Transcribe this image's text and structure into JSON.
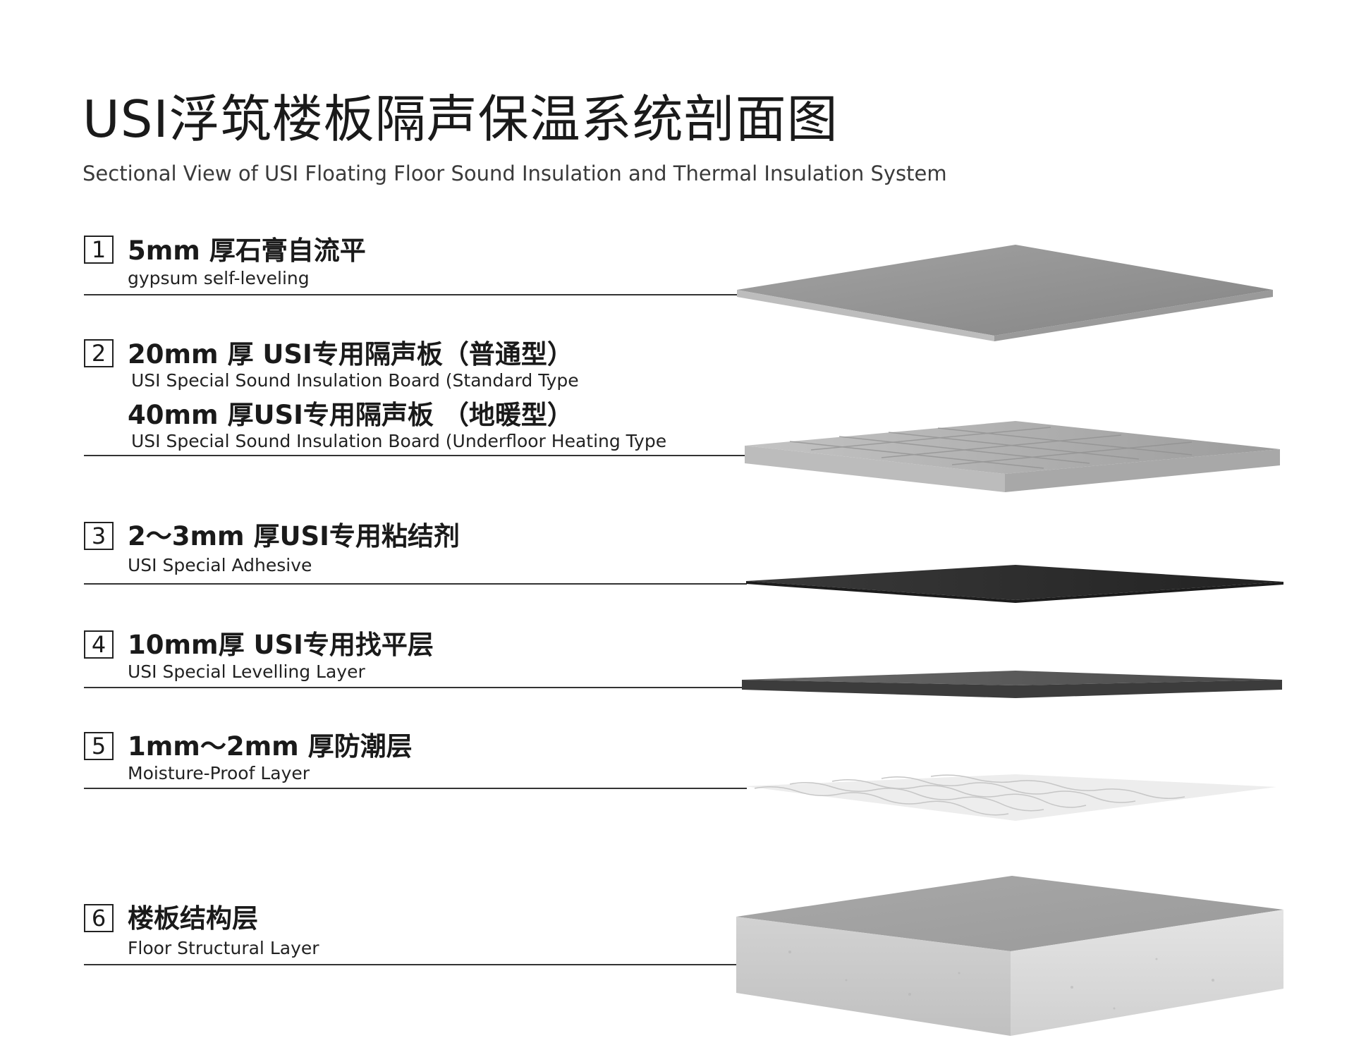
{
  "title": "USI浮筑楼板隔声保温系统剖面图",
  "subtitle": "Sectional View of USI Floating Floor Sound Insulation and Thermal Insulation System",
  "layers": [
    {
      "num": "1",
      "zh": "5mm 厚石膏自流平",
      "en": "gypsum self-leveling"
    },
    {
      "num": "2",
      "zh": "20mm 厚 USI专用隔声板（普通型）",
      "en": "USI Special Sound Insulation Board (Standard Type",
      "zh2": "40mm 厚USI专用隔声板 （地暖型）",
      "en2": "USI Special Sound Insulation Board (Underfloor Heating Type"
    },
    {
      "num": "3",
      "zh": "2～3mm 厚USI专用粘结剂",
      "en": "USI Special Adhesive"
    },
    {
      "num": "4",
      "zh": "10mm厚 USI专用找平层",
      "en": "USI Special Levelling Layer"
    },
    {
      "num": "5",
      "zh": "1mm～2mm 厚防潮层",
      "en": "Moisture-Proof Layer"
    },
    {
      "num": "6",
      "zh": "楼板结构层",
      "en": "Floor Structural Layer"
    }
  ],
  "colors": {
    "gypsum": "#8f8f8f",
    "board": "#b4b4b4",
    "adhesive": "#2e2e2e",
    "levelling": "#4a4a4a",
    "moisture": "#e6e6e6",
    "slab": "#c8c8c8"
  }
}
